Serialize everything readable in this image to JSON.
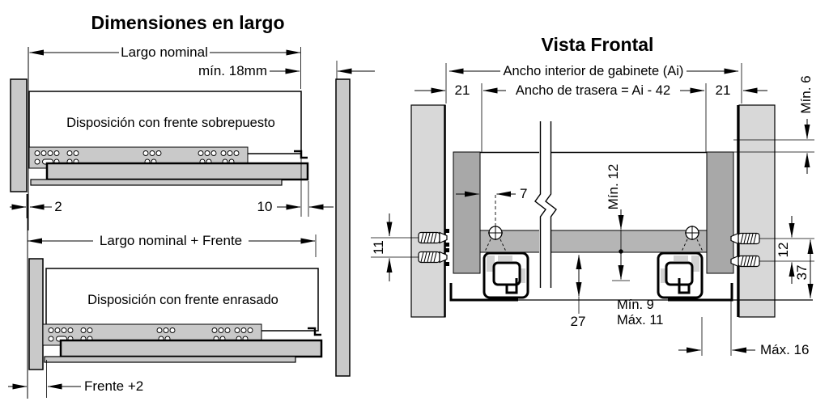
{
  "page": {
    "background": "#ffffff",
    "line_color": "#000000"
  },
  "colors": {
    "panel_light_gray": "#d8d8d8",
    "rail_gray": "#c9c9c9",
    "back_panel_gray": "#a8a8a8",
    "rail_band_gray": "#b5b5b5"
  },
  "length_view": {
    "title": "Dimensiones en largo",
    "overlay_caption": "Disposición con frente sobrepuesto",
    "flush_caption": "Disposición con frente enrasado",
    "dims": {
      "largo_nominal": "Largo nominal",
      "min_front_thickness": "mín. 18mm",
      "back_gap": "2",
      "front_gap": "10",
      "largo_nominal_frente": "Largo nominal + Frente",
      "frente_plus_2": "Frente +2"
    }
  },
  "front_view": {
    "title": "Vista Frontal",
    "dims": {
      "cabinet_inner_width": "Ancho interior de gabinete (Ai)",
      "back_panel_width": "Ancho de trasera = Ai - 42",
      "side_offset_left": "21",
      "side_offset_right": "21",
      "min_top_clearance": "Mín. 6",
      "hole_offset": "7",
      "min_back_clearance": "Mín. 12",
      "screw_spacing_left": "11",
      "screw_spacing_right": "12",
      "screw_depth": "37",
      "profile_height": "27",
      "bottom_min": "Mín. 9",
      "bottom_max": "Máx. 11",
      "max_side_distance": "Máx. 16"
    }
  }
}
